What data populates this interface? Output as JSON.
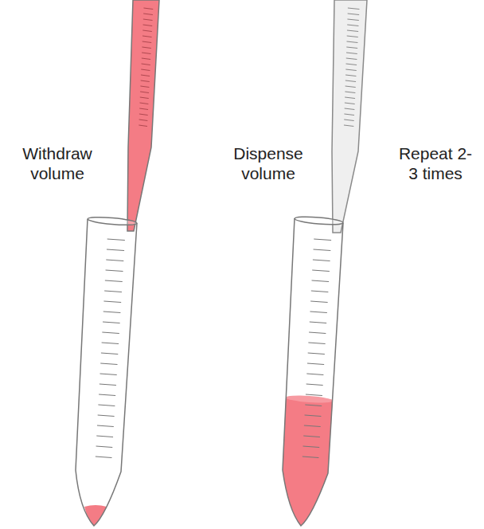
{
  "diagram": {
    "labels": [
      "Withdraw volume",
      "Dispense volume",
      "Repeat 2-3 times"
    ]
  }
}
